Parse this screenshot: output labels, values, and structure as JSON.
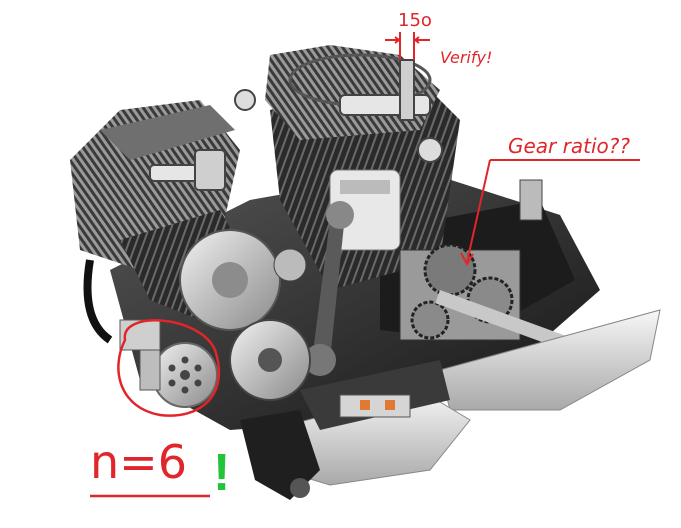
{
  "annotations": {
    "angle_label": "15o",
    "verify_note": "Verify!",
    "gear_note": "Gear ratio??",
    "count_note_main": "n=6",
    "count_note_excl": "!"
  },
  "colors": {
    "annotation_red": "#e0262a",
    "annotation_green": "#22c43a",
    "metal_light": "#d9d9d9",
    "metal_dark": "#2b2b2b",
    "background": "#ffffff"
  }
}
